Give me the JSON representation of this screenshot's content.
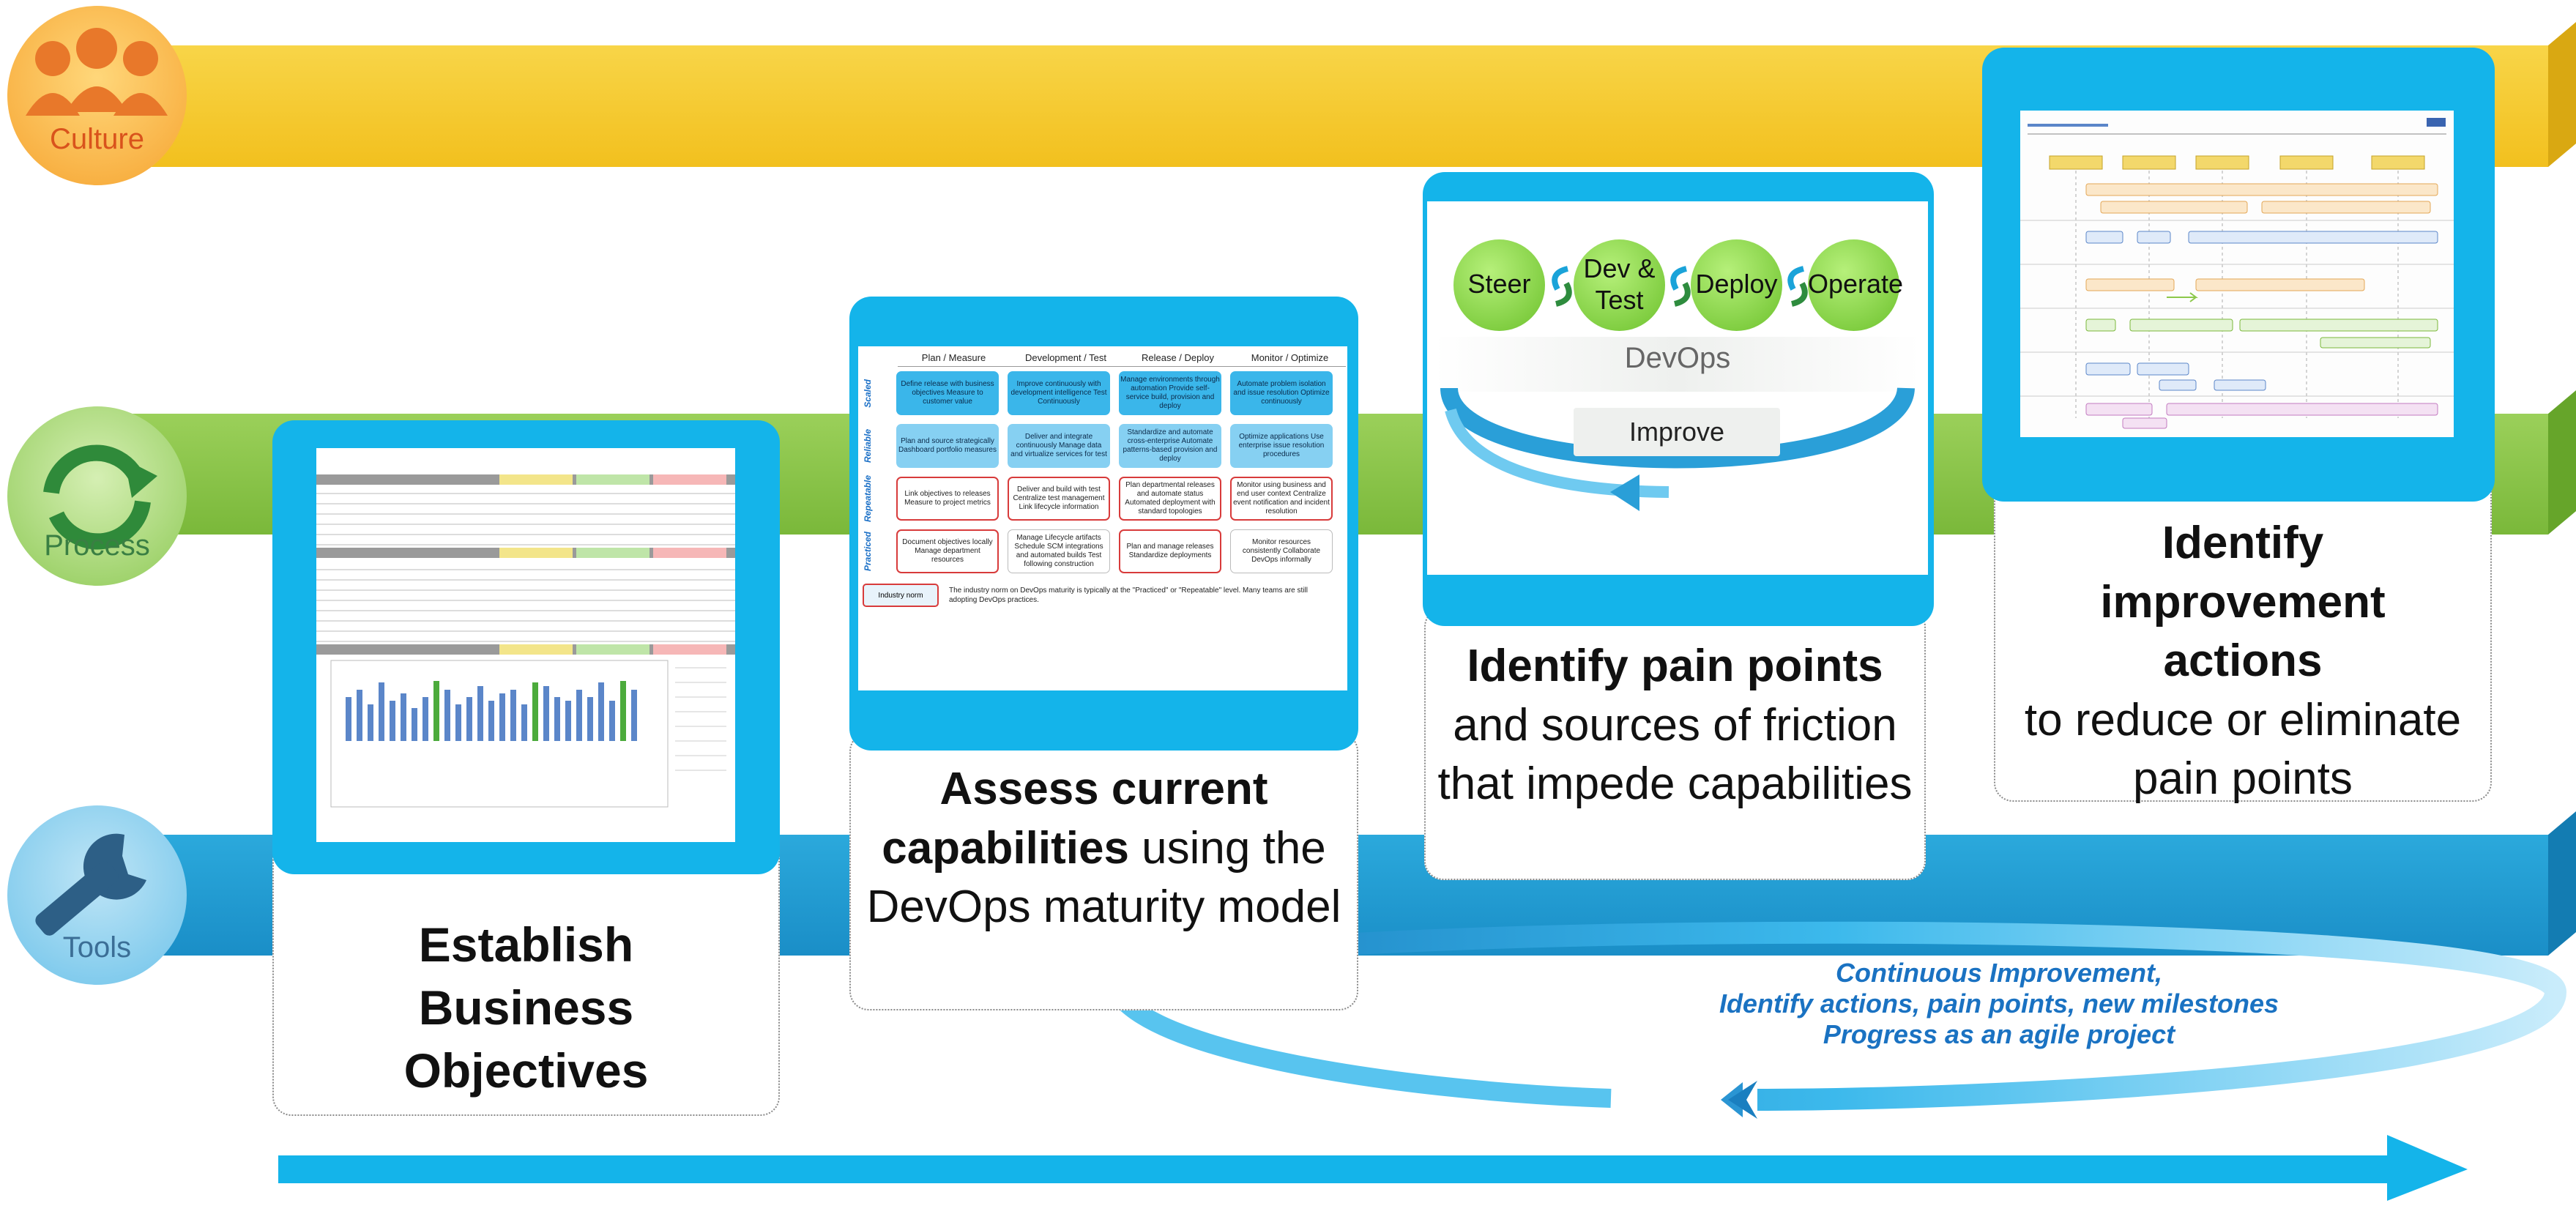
{
  "lanes": {
    "culture": {
      "label": "Culture",
      "icon": "people-icon",
      "color": "#f5c62b"
    },
    "process": {
      "label": "Process",
      "icon": "cycle-arrows-icon",
      "color": "#8cc84b"
    },
    "tools": {
      "label": "Tools",
      "icon": "wrench-icon",
      "color": "#1e9ad6"
    }
  },
  "steps": [
    {
      "bold": "Establish Business Objectives",
      "rest": ""
    },
    {
      "bold": "Assess current capabilities",
      "rest": " using the DevOps maturity model"
    },
    {
      "bold": "Identify pain points",
      "rest": " and sources of friction that impede capabilities"
    },
    {
      "bold": "Identify improvement actions",
      "rest": " to reduce or eliminate pain points"
    }
  ],
  "maturity": {
    "columns": [
      "Plan / Measure",
      "Development / Test",
      "Release / Deploy",
      "Monitor / Optimize"
    ],
    "levels": [
      {
        "name": "Scaled",
        "cells": [
          "Define release with business objectives Measure to customer value",
          "Improve continuously with development intelligence Test Continuously",
          "Manage environments through automation Provide self-service build, provision and deploy",
          "Automate problem isolation and issue resolution Optimize continuously"
        ]
      },
      {
        "name": "Reliable",
        "cells": [
          "Plan and source strategically Dashboard portfolio measures",
          "Deliver and integrate continuously Manage data and virtualize services for test",
          "Standardize and automate cross-enterprise Automate patterns-based provision and deploy",
          "Optimize applications Use enterprise issue resolution procedures"
        ]
      },
      {
        "name": "Repeatable",
        "cells": [
          "Link objectives to releases Measure to project metrics",
          "Deliver and build with test Centralize test management Link lifecycle information",
          "Plan departmental releases and automate status Automated deployment with standard topologies",
          "Monitor using business and end user context Centralize event notification and incident resolution"
        ]
      },
      {
        "name": "Practiced",
        "cells": [
          "Document objectives locally Manage department resources",
          "Manage Lifecycle artifacts Schedule SCM integrations and automated builds Test following construction",
          "Plan and manage releases Standardize deployments",
          "Monitor resources consistently Collaborate DevOps informally"
        ]
      }
    ],
    "legend": "Industry norm",
    "note": "The industry norm on DevOps maturity is typically at the \"Practiced\" or \"Repeatable\" level. Many teams are still adopting DevOps practices."
  },
  "devops_loop": {
    "phases": [
      "Steer",
      "Dev & Test",
      "Deploy",
      "Operate"
    ],
    "title": "DevOps",
    "improve": "Improve"
  },
  "continuous": {
    "lines": [
      "Continuous Improvement,",
      "Identify actions, pain points, new milestones",
      "Progress as an agile project"
    ]
  }
}
